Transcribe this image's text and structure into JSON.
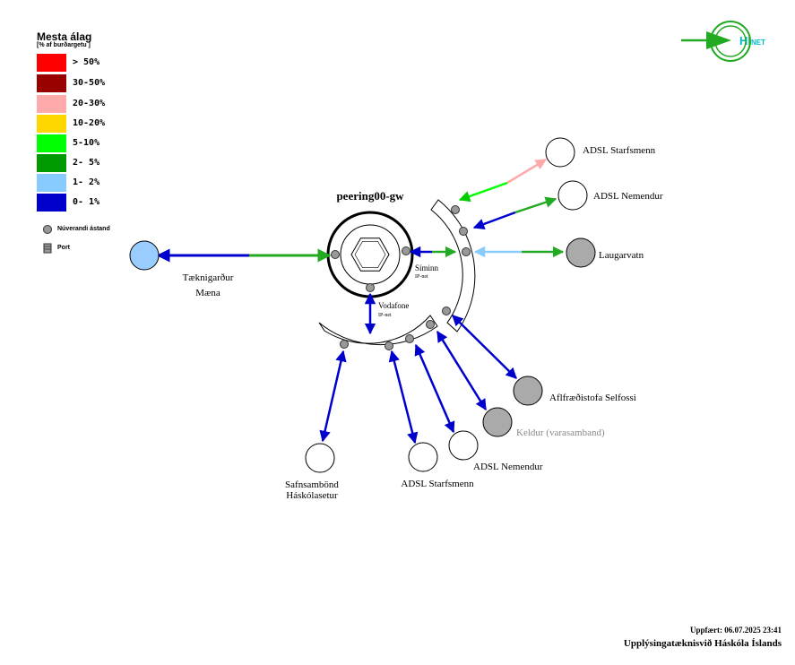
{
  "legend": {
    "title": "Mesta álag",
    "subtitle": "[% af burðargetu ]",
    "items": [
      {
        "label": "> 50%",
        "color": "#ff0000"
      },
      {
        "label": "30-50%",
        "color": "#990000"
      },
      {
        "label": "20-30%",
        "color": "#ffaaaa"
      },
      {
        "label": "10-20%",
        "color": "#ffd700"
      },
      {
        "label": "5-10%",
        "color": "#00ff00"
      },
      {
        "label": "2- 5%",
        "color": "#009900"
      },
      {
        "label": "1- 2%",
        "color": "#88ccff"
      },
      {
        "label": "0- 1%",
        "color": "#0000cc"
      }
    ],
    "current_state_label": "Núverandi ástand",
    "port_label": "Port"
  },
  "router": {
    "name": "peering00-gw"
  },
  "ring_labels": {
    "siminn": "Síminn",
    "siminn_sub": "IP-net",
    "vodafone": "Vodafone",
    "vodafone_sub": "IP-net"
  },
  "nodes": {
    "taeknigardur_line1": "Tæknigarður",
    "taeknigardur_line2": "Mæna",
    "adsl_starfsmenn_top": "ADSL Starfsmenn",
    "adsl_nemendur_top": "ADSL Nemendur",
    "laugarvatn": "Laugarvatn",
    "aflfraedistofa": "Aflfræðistofa Selfossi",
    "keldur": "Keldur (varasamband)",
    "adsl_nemendur_bottom": "ADSL Nemendur",
    "adsl_starfsmenn_bottom": "ADSL Starfsmenn",
    "safnsambond_line1": "Safnsambönd",
    "safnsambond_line2": "Háskólasetur"
  },
  "logo": {
    "text": "HI",
    "suffix": "NET",
    "color": "#00b8c8"
  },
  "footer": {
    "updated": "Uppfært: 06.07.2025 23:41",
    "org": "Upplýsingatæknisvið Háskóla Íslands"
  }
}
